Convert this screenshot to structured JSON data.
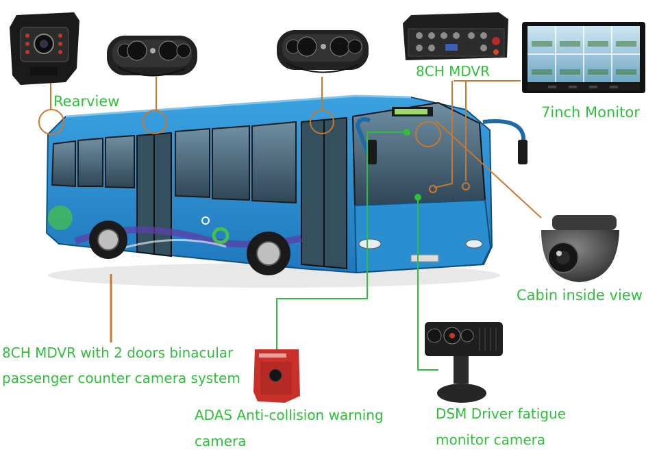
{
  "labels": {
    "rearview": "Rearview",
    "mdvr": "8CH MDVR",
    "monitor": "7inch Monitor",
    "cabin": "Cabin inside view",
    "system_line1": "8CH MDVR with 2 doors binacular",
    "system_line2": "passenger counter camera system",
    "adas_line1": "ADAS Anti-collision warning",
    "adas_line2": "camera",
    "dsm_line1": "DSM Driver fatigue",
    "dsm_line2": "monitor camera"
  },
  "colors": {
    "label_green": "#2fbf3a",
    "leader_orange": "#c9782e",
    "leader_green": "#2fbf3a",
    "bus_blue": "#2a8fd0",
    "bus_dark_blue": "#1c6aa8"
  }
}
